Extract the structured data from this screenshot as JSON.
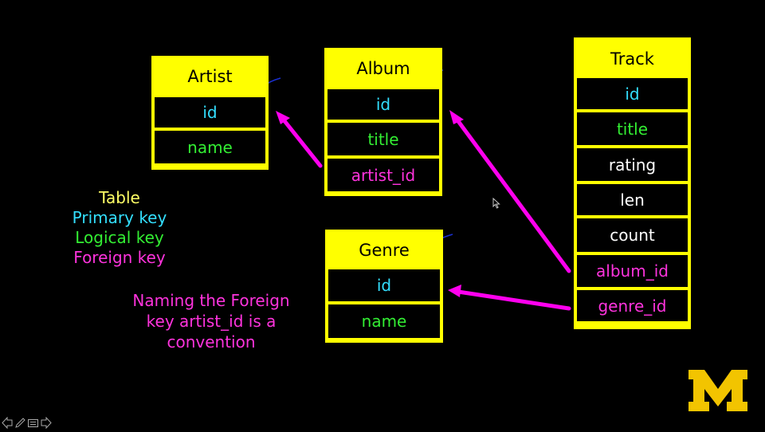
{
  "tables": {
    "artist": {
      "name": "Artist",
      "fields": [
        "id",
        "name"
      ]
    },
    "album": {
      "name": "Album",
      "fields": [
        "id",
        "title",
        "artist_id"
      ]
    },
    "genre": {
      "name": "Genre",
      "fields": [
        "id",
        "name"
      ]
    },
    "track": {
      "name": "Track",
      "fields": [
        "id",
        "title",
        "rating",
        "len",
        "count",
        "album_id",
        "genre_id"
      ]
    }
  },
  "legend": {
    "table": "Table",
    "primary": "Primary key",
    "logical": "Logical key",
    "foreign": "Foreign key"
  },
  "note": {
    "line1": "Naming the Foreign",
    "line2": "key artist_id is a",
    "line3": "convention"
  },
  "colors": {
    "table_bg": "#ffff00",
    "primary_key": "#33dfff",
    "logical_key": "#33ee33",
    "foreign_key": "#ff33dd",
    "arrow": "#ff00ee",
    "logo": "#f2c400"
  },
  "icons": [
    "nav-back-icon",
    "pen-icon",
    "slides-icon",
    "nav-forward-icon",
    "block-m-logo"
  ]
}
